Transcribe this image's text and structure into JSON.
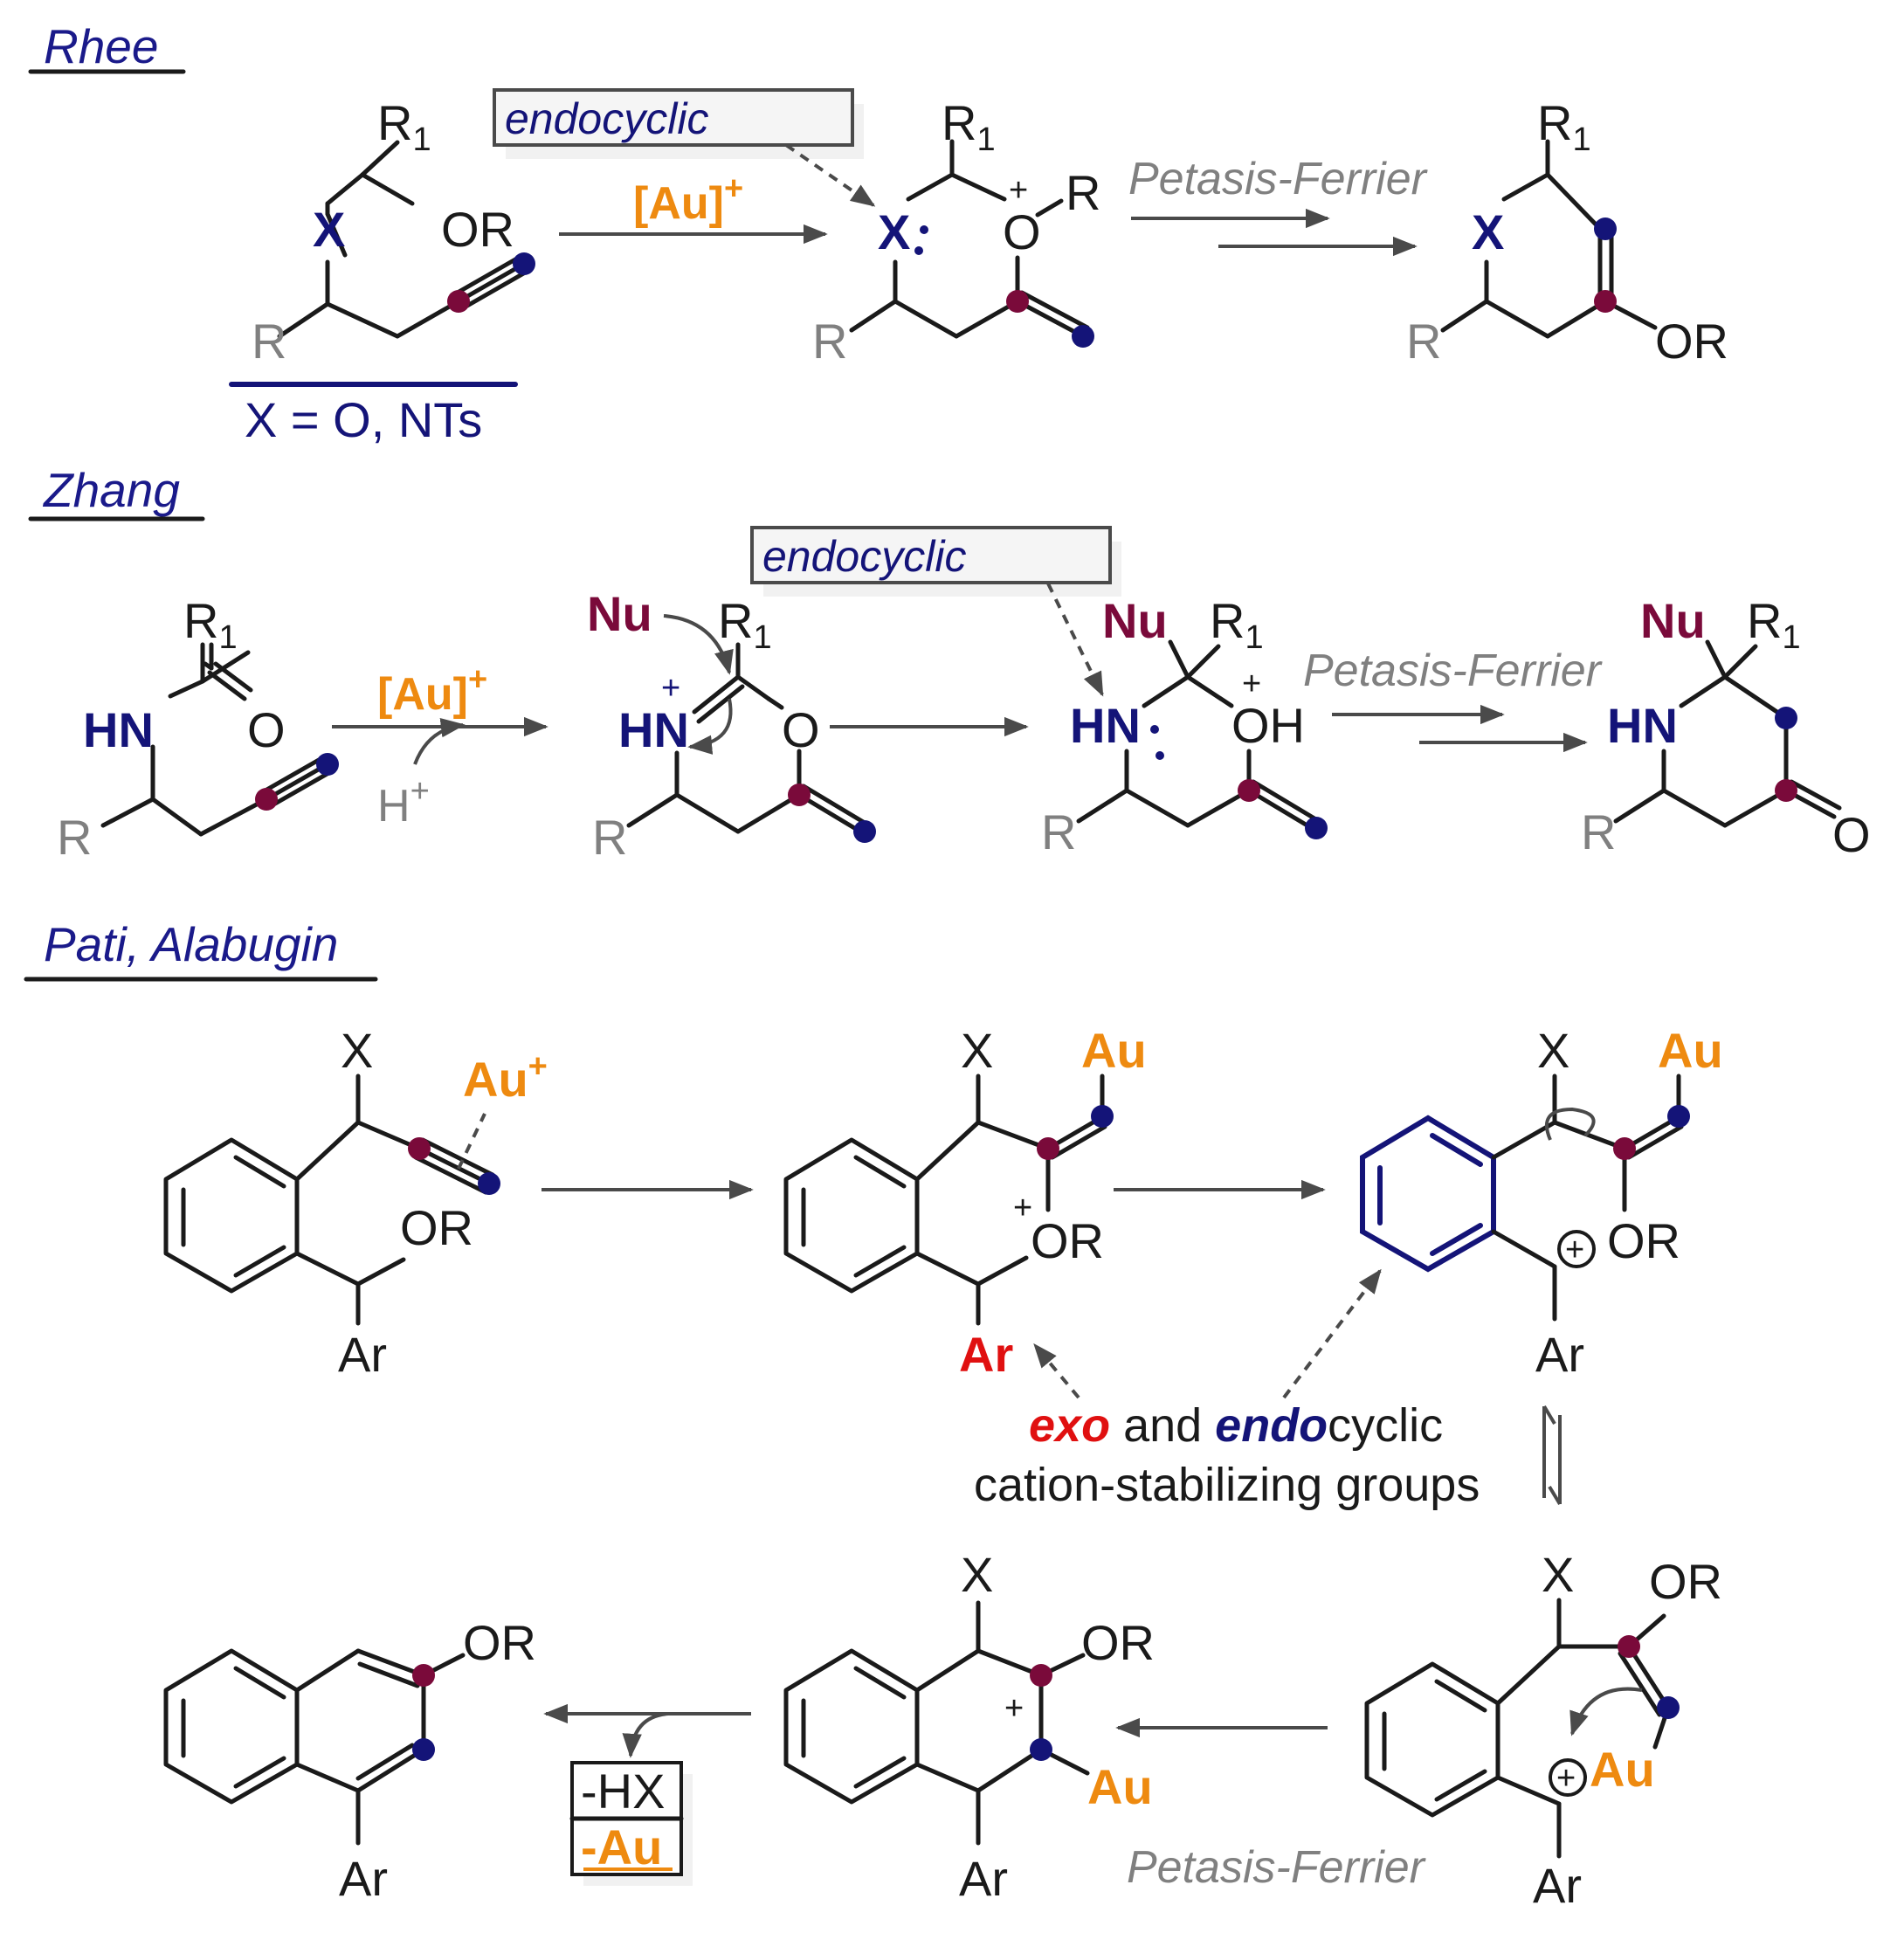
{
  "headings": {
    "rhee": "Rhee",
    "zhang": "Zhang",
    "pati": "Pati, Alabugin"
  },
  "labels": {
    "endocyclic": "endocyclic",
    "petasis_ferrier": "Petasis-Ferrier",
    "au_cat": "[Au]",
    "au_cat_sup": "+",
    "h_plus": "H",
    "h_plus_sup": "+",
    "x_def": "X = O, NTs",
    "exo": "exo",
    "and": " and ",
    "endo": "endo",
    "cyclic": "cyclic",
    "cation_line2": "cation-stabilizing groups",
    "minus_hx": "-HX",
    "minus_au": "-Au"
  },
  "atoms": {
    "R": "R",
    "R1": "R",
    "one": "1",
    "X": "X",
    "OR": "OR",
    "O": "O",
    "OH": "OH",
    "HN": "HN",
    "Nu": "Nu",
    "Au": "Au",
    "Au_plus": "Au",
    "Ar": "Ar",
    "plus": "+"
  },
  "colors": {
    "blue": "#141478",
    "maroon": "#7a0a3a",
    "gold": "#ee8a10",
    "red": "#e01010",
    "grey": "#808080",
    "black": "#1a1a1a"
  }
}
